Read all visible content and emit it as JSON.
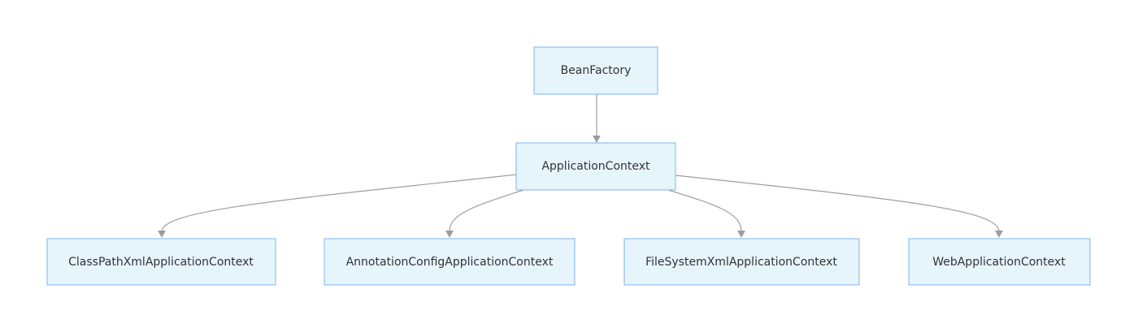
{
  "diagram": {
    "nodes": {
      "bean_factory": "BeanFactory",
      "application_context": "ApplicationContext",
      "classpath_xml": "ClassPathXmlApplicationContext",
      "annotation_config": "AnnotationConfigApplicationContext",
      "filesystem_xml": "FileSystemXmlApplicationContext",
      "web_app": "WebApplicationContext"
    },
    "edges": [
      {
        "from": "BeanFactory",
        "to": "ApplicationContext"
      },
      {
        "from": "ApplicationContext",
        "to": "ClassPathXmlApplicationContext"
      },
      {
        "from": "ApplicationContext",
        "to": "AnnotationConfigApplicationContext"
      },
      {
        "from": "ApplicationContext",
        "to": "FileSystemXmlApplicationContext"
      },
      {
        "from": "ApplicationContext",
        "to": "WebApplicationContext"
      }
    ],
    "colors": {
      "node_fill": "#e6f4fc",
      "node_stroke": "#7fb4ea",
      "edge": "#9e9e9e",
      "text": "#333333"
    }
  }
}
